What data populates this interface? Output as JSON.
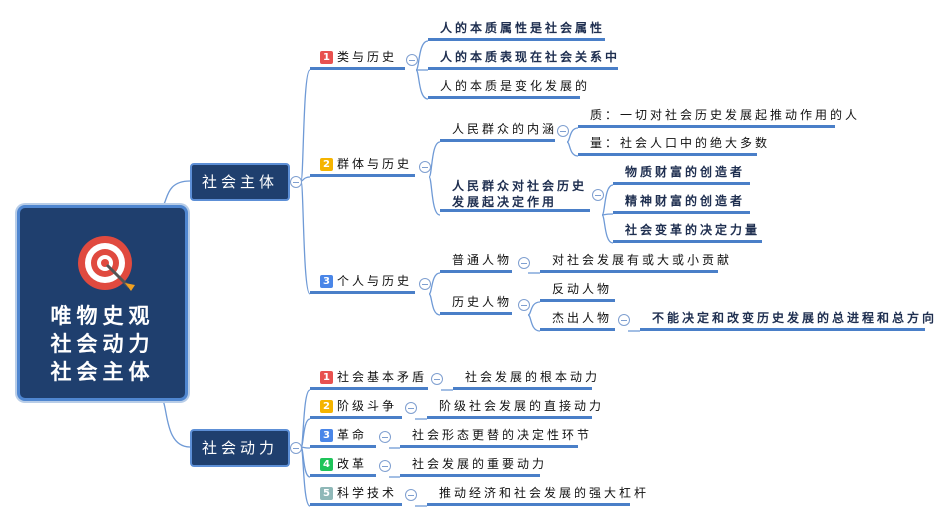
{
  "root": {
    "title_lines": [
      "唯物史观",
      "社会动力",
      "社会主体"
    ],
    "icon": "target-icon"
  },
  "badge_colors": {
    "1": "#e8514f",
    "2": "#f5b400",
    "3": "#4a86e8",
    "4": "#1fc45a",
    "5": "#8fb8b8"
  },
  "subject": {
    "label": "社会主体",
    "b1": {
      "num": "1",
      "label": "类与历史",
      "children": [
        "人的本质属性是社会属性",
        "人的本质表现在社会关系中",
        "人的本质是变化发展的"
      ]
    },
    "b2": {
      "num": "2",
      "label": "群体与历史",
      "meaning": {
        "label": "人民群众的内涵",
        "children": [
          "质：一切对社会历史发展起推动作用的人",
          "量：社会人口中的绝大多数"
        ]
      },
      "role": {
        "label": "人民群众对社会历史发展起决定作用",
        "children": [
          "物质财富的创造者",
          "精神财富的创造者",
          "社会变革的决定力量"
        ]
      }
    },
    "b3": {
      "num": "3",
      "label": "个人与历史",
      "ordinary": {
        "label": "普通人物",
        "child": "对社会发展有或大或小贡献"
      },
      "historic": {
        "label": "历史人物",
        "reactionary": "反动人物",
        "outstanding": {
          "label": "杰出人物",
          "child": "不能决定和改变历史发展的总进程和总方向"
        }
      }
    }
  },
  "power": {
    "label": "社会动力",
    "items": [
      {
        "num": "1",
        "label": "社会基本矛盾",
        "child": "社会发展的根本动力"
      },
      {
        "num": "2",
        "label": "阶级斗争",
        "child": "阶级社会发展的直接动力"
      },
      {
        "num": "3",
        "label": "革命",
        "child": "社会形态更替的决定性环节"
      },
      {
        "num": "4",
        "label": "改革",
        "child": "社会发展的重要动力"
      },
      {
        "num": "5",
        "label": "科学技术",
        "child": "推动经济和社会发展的强大杠杆"
      }
    ]
  }
}
